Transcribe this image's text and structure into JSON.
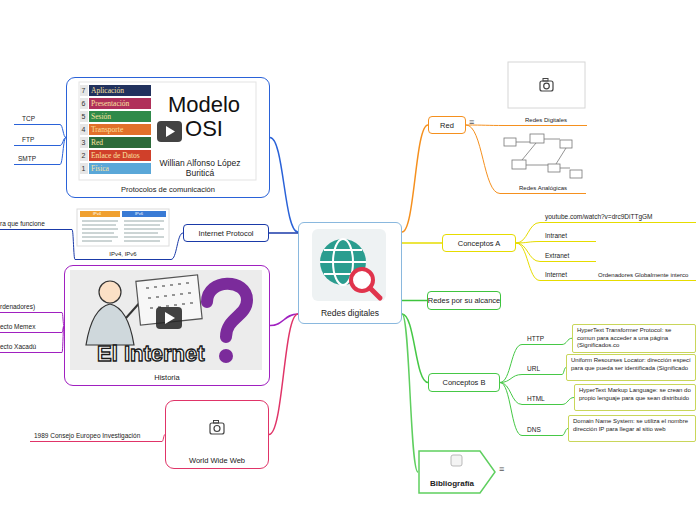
{
  "diagram": {
    "nodes": [
      {
        "text": [
          "Redes digitales"
        ]
      },
      {
        "text": [
          "Red"
        ]
      },
      {
        "text": [
          "Redes Digitales"
        ]
      },
      {
        "text": [
          "Redes Analógicas"
        ]
      },
      {
        "text": [
          "Conceptos A"
        ]
      },
      {
        "text": [
          "youtube.com/watch?v=drc9DiTTgGM"
        ]
      },
      {
        "text": [
          "Intranet"
        ]
      },
      {
        "text": [
          "Extranet"
        ]
      },
      {
        "text": [
          "Internet"
        ]
      },
      {
        "text": [
          "Ordenadores Globalmente interco"
        ]
      },
      {
        "text": [
          "Redes por su alcance"
        ]
      },
      {
        "text": [
          "Conceptos B"
        ]
      },
      {
        "text": [
          "HTTP"
        ]
      },
      {
        "text": [
          "HyperText Transformer Protocol: se comun para acceder a una página (Significados.co"
        ]
      },
      {
        "text": [
          "URL"
        ]
      },
      {
        "text": [
          "Uniform Resourses Locator: dirección especí para que pueda ser identificada (Significado"
        ]
      },
      {
        "text": [
          "HTML"
        ]
      },
      {
        "text": [
          "HyperText Markup Language: se crean do propio lenguaje para que sean distribuido"
        ]
      },
      {
        "text": [
          "DNS"
        ]
      },
      {
        "text": [
          "Domain Name System: se utiliza el nombre dirección IP para llegar al sitio web"
        ]
      },
      {
        "text": [
          "Bibliografía"
        ]
      },
      {
        "text": [
          "Protocolos de comunicación"
        ]
      },
      {
        "text": [
          "TCP"
        ]
      },
      {
        "text": [
          "FTP"
        ]
      },
      {
        "text": [
          "SMTP"
        ]
      },
      {
        "text": [
          "Internet Protocol"
        ]
      },
      {
        "text": [
          "IPv4, IPv6"
        ]
      },
      {
        "text": [
          "ra que funcione"
        ]
      },
      {
        "text": [
          "Historia"
        ]
      },
      {
        "text": [
          "rdenadores)"
        ]
      },
      {
        "text": [
          "ecto Memex"
        ]
      },
      {
        "text": [
          "ecto Xacadú"
        ]
      },
      {
        "text": [
          "World Wide Web"
        ]
      },
      {
        "text": [
          "1989 Consejo Europeo Investigación"
        ]
      }
    ],
    "edges": [
      {
        "from": 0,
        "to": 1,
        "arrow": "none"
      },
      {
        "from": 1,
        "to": 2,
        "arrow": "none"
      },
      {
        "from": 1,
        "to": 3,
        "arrow": "none"
      },
      {
        "from": 0,
        "to": 4,
        "arrow": "none"
      },
      {
        "from": 4,
        "to": 5,
        "arrow": "none"
      },
      {
        "from": 4,
        "to": 6,
        "arrow": "none"
      },
      {
        "from": 4,
        "to": 7,
        "arrow": "none"
      },
      {
        "from": 4,
        "to": 8,
        "arrow": "none"
      },
      {
        "from": 8,
        "to": 9,
        "arrow": "none"
      },
      {
        "from": 0,
        "to": 10,
        "arrow": "none"
      },
      {
        "from": 0,
        "to": 11,
        "arrow": "none"
      },
      {
        "from": 11,
        "to": 12,
        "arrow": "none"
      },
      {
        "from": 12,
        "to": 13,
        "arrow": "none"
      },
      {
        "from": 11,
        "to": 14,
        "arrow": "none"
      },
      {
        "from": 14,
        "to": 15,
        "arrow": "none"
      },
      {
        "from": 11,
        "to": 16,
        "arrow": "none"
      },
      {
        "from": 16,
        "to": 17,
        "arrow": "none"
      },
      {
        "from": 11,
        "to": 18,
        "arrow": "none"
      },
      {
        "from": 18,
        "to": 19,
        "arrow": "none"
      },
      {
        "from": 0,
        "to": 20,
        "arrow": "none"
      },
      {
        "from": 0,
        "to": 21,
        "arrow": "none"
      },
      {
        "from": 21,
        "to": 22,
        "arrow": "none"
      },
      {
        "from": 21,
        "to": 23,
        "arrow": "none"
      },
      {
        "from": 21,
        "to": 24,
        "arrow": "none"
      },
      {
        "from": 0,
        "to": 25,
        "arrow": "none"
      },
      {
        "from": 25,
        "to": 26,
        "arrow": "none"
      },
      {
        "from": 26,
        "to": 27,
        "arrow": "none"
      },
      {
        "from": 0,
        "to": 28,
        "arrow": "none"
      },
      {
        "from": 28,
        "to": 29,
        "arrow": "none"
      },
      {
        "from": 28,
        "to": 30,
        "arrow": "none"
      },
      {
        "from": 28,
        "to": 31,
        "arrow": "none"
      },
      {
        "from": 0,
        "to": 32,
        "arrow": "none"
      },
      {
        "from": 32,
        "to": 33,
        "arrow": "none"
      }
    ],
    "labels": [
      "≡",
      "7",
      "Aplicación",
      "6",
      "Presentación",
      "5",
      "Sesión",
      "4",
      "Transporte",
      "3",
      "Red",
      "2",
      "Enlace de Datos",
      "1",
      "Física",
      "Modelo OSI",
      "Willian Alfonso López Buriticá",
      "IPv4",
      "IPv6",
      "El Internet",
      "≡"
    ]
  }
}
